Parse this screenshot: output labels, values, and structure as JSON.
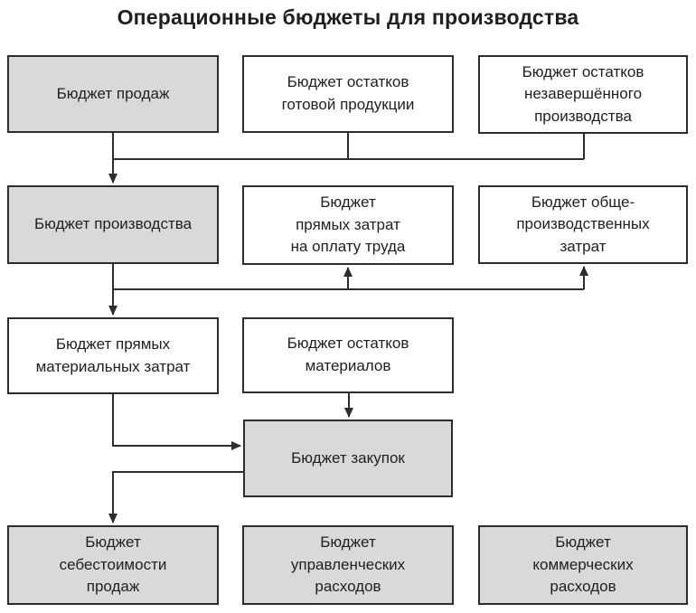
{
  "title": "Операционные бюджеты для производства",
  "colors": {
    "box_fill_gray": "#d9d9d9",
    "box_fill_white": "#ffffff",
    "border": "#2d2d2d",
    "line": "#2d2d2d",
    "text": "#1f1f1f",
    "background": "#ffffff"
  },
  "nodes": {
    "sales": {
      "label": "Бюджет продаж",
      "variant": "gray"
    },
    "finished_goods": {
      "label": "Бюджет остатков\nготовой продукции",
      "variant": "white"
    },
    "wip": {
      "label": "Бюджет остатков\nнезавершённого\nпроизводства",
      "variant": "white"
    },
    "production": {
      "label": "Бюджет производства",
      "variant": "gray"
    },
    "direct_labor": {
      "label": "Бюджет\nпрямых затрат\nна оплату труда",
      "variant": "white"
    },
    "overhead": {
      "label": "Бюджет обще-\nпроизводственных\nзатрат",
      "variant": "white"
    },
    "direct_materials": {
      "label": "Бюджет прямых\nматериальных затрат",
      "variant": "white"
    },
    "materials_stock": {
      "label": "Бюджет остатков\nматериалов",
      "variant": "white"
    },
    "purchases": {
      "label": "Бюджет закупок",
      "variant": "gray"
    },
    "cost_of_sales": {
      "label": "Бюджет\nсебестоимости\nпродаж",
      "variant": "gray"
    },
    "admin_expenses": {
      "label": "Бюджет\nуправленческих\nрасходов",
      "variant": "gray"
    },
    "commercial": {
      "label": "Бюджет\nкоммерческих\nрасходов",
      "variant": "gray"
    }
  }
}
